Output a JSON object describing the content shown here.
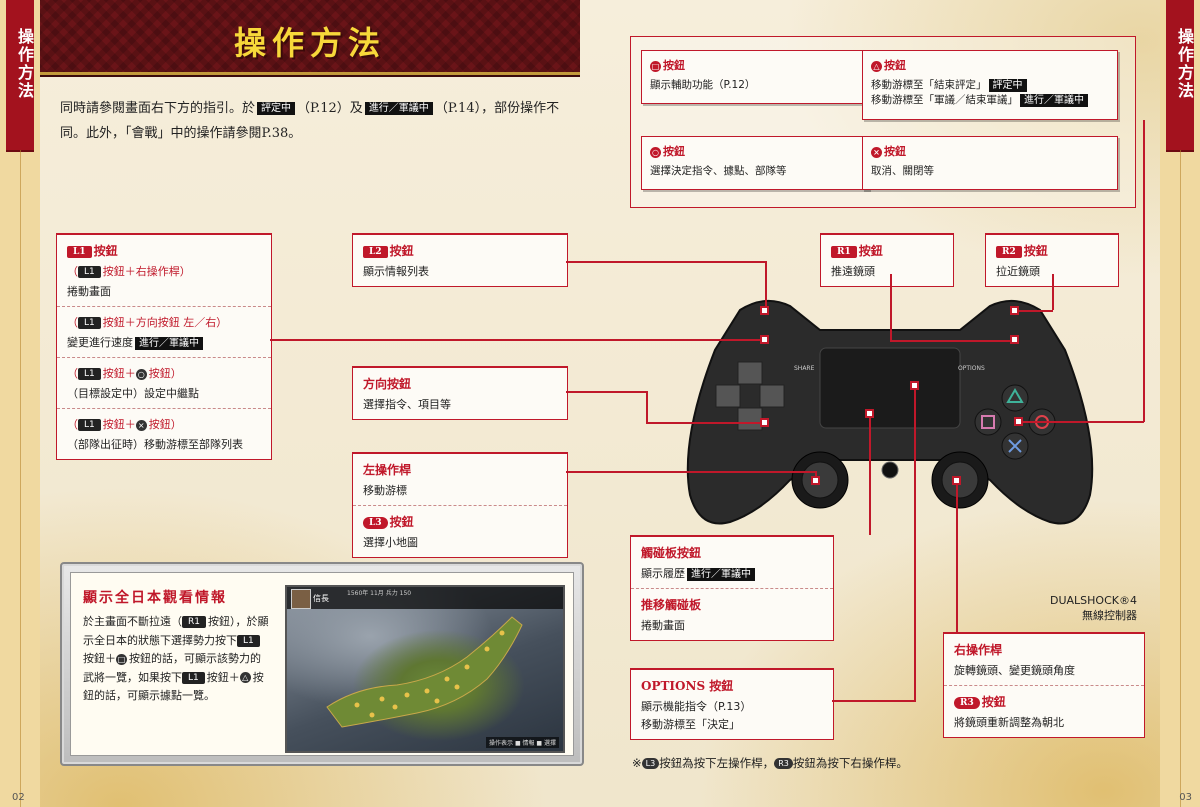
{
  "side_tab": {
    "text": "操作方法"
  },
  "page_numbers": {
    "left": "02",
    "right": "03"
  },
  "title": "操作方法",
  "intro": {
    "t1": "同時請參閱畫面右下方的指引。於",
    "tag1": "評定中",
    "t2": "（P.12）及",
    "tag2": "進行／軍議中",
    "t3": "（P.14），部份操作不同。此外，「會戰」中的操作請參閱P.38。"
  },
  "top_panel": {
    "square": {
      "header": "按鈕",
      "body": "顯示輔助功能（P.12）"
    },
    "triangle": {
      "header": "按鈕",
      "line1": "移動游標至「結束評定」",
      "tag1": "評定中",
      "line2": "移動游標至「軍議／結束軍議」",
      "tag2": "進行／軍議中"
    },
    "circle": {
      "header": "按鈕",
      "body": "選擇決定指令、據點、部隊等"
    },
    "cross": {
      "header": "按鈕",
      "body": "取消、關閉等"
    }
  },
  "l1_box": {
    "badge": "L1",
    "header": "按鈕",
    "s1_head_a": "（",
    "s1_badge": "L1",
    "s1_head_b": "按鈕＋右操作桿）",
    "s1_body": "捲動畫面",
    "s2_head_a": "（",
    "s2_badge": "L1",
    "s2_head_b": "按鈕＋方向按鈕 左／右）",
    "s2_body": "變更進行速度",
    "s2_tag": "進行／軍議中",
    "s3_head_a": "（",
    "s3_badge": "L1",
    "s3_head_b": "按鈕＋",
    "s3_head_c": "按鈕）",
    "s3_body": "（目標設定中）設定中繼點",
    "s4_head_a": "（",
    "s4_badge": "L1",
    "s4_head_b": "按鈕＋",
    "s4_head_c": "按鈕）",
    "s4_body": "（部隊出征時）移動游標至部隊列表"
  },
  "l2_box": {
    "badge": "L2",
    "header": "按鈕",
    "body": "顯示情報列表"
  },
  "r1_box": {
    "badge": "R1",
    "header": "按鈕",
    "body": "推遠鏡頭"
  },
  "r2_box": {
    "badge": "R2",
    "header": "按鈕",
    "body": "拉近鏡頭"
  },
  "dpad_box": {
    "header": "方向按鈕",
    "body": "選擇指令、項目等"
  },
  "left_stick_box": {
    "header": "左操作桿",
    "body": "移動游標",
    "l3_badge": "L3",
    "l3_header": "按鈕",
    "l3_body": "選擇小地圖"
  },
  "touchpad_box": {
    "header": "觸碰板按鈕",
    "body": "顯示履歷",
    "tag": "進行／軍議中",
    "header2": "推移觸碰板",
    "body2": "捲動畫面"
  },
  "options_box": {
    "header": "OPTIONS 按鈕",
    "line1": "顯示機能指令（P.13）",
    "line2": "移動游標至「決定」"
  },
  "right_stick_box": {
    "header": "右操作桿",
    "body": "旋轉鏡頭、變更鏡頭角度",
    "r3_badge": "R3",
    "r3_header": "按鈕",
    "r3_body": "將鏡頭重新調整為朝北"
  },
  "controller": {
    "share": "SHARE",
    "options": "OPTIONS"
  },
  "ds_label": {
    "line1": "DUALSHOCK®4",
    "line2": "無線控制器"
  },
  "japan_box": {
    "title": "顯示全日本觀看情報",
    "t1": "於主畫面不斷拉遠（",
    "b1": "R1",
    "t2": "按鈕），於顯示全日本的狀態下選擇勢力按下",
    "b2": "L1",
    "t3": "按鈕＋",
    "t4": "按鈕的話，可顯示該勢力的武將一覽，如果按下",
    "b3": "L1",
    "t5": "按鈕＋",
    "t6": "按鈕的話，可顯示據點一覽。",
    "hud_name": "信長",
    "hud_stats": "1560年 11月 兵力 150",
    "hud_footer": "操作表示 ■ 情報 ■ 選擇"
  },
  "footnote": {
    "a": "※",
    "b1": "L3",
    "t1": "按鈕為按下左操作桿，",
    "b2": "R3",
    "t2": "按鈕為按下右操作桿。"
  },
  "colors": {
    "accent": "#c0182a",
    "banner": "#6a1418",
    "title_text": "#f7d83a",
    "gold": "#d4a028"
  }
}
